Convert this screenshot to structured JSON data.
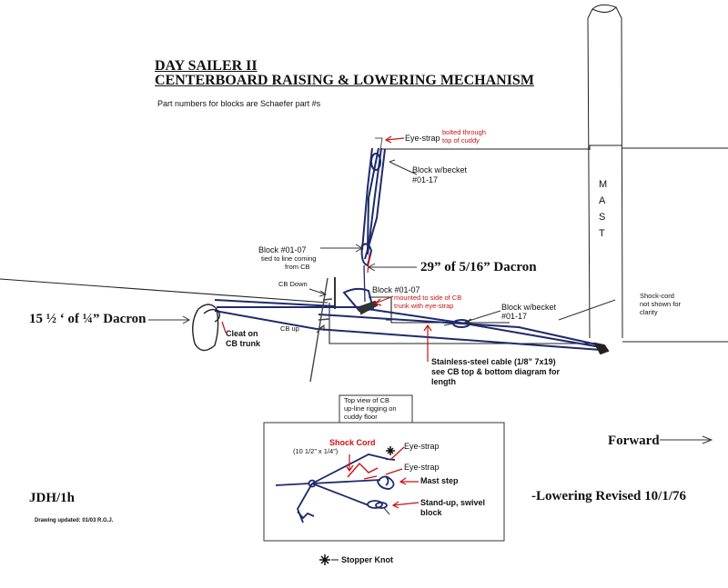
{
  "colors": {
    "line": "#1f2a6b",
    "red": "#cc1111",
    "ink": "#111111"
  },
  "title": {
    "line1": "DAY SAILER II",
    "line2": "CENTERBOARD RAISING & LOWERING MECHANISM",
    "subtitle": "Part numbers for blocks are Schaefer part #s"
  },
  "mast_label": [
    "M",
    "A",
    "S",
    "T"
  ],
  "labels": {
    "eye_strap_top": "Eye-strap",
    "bolted_note_1": "bolted through",
    "bolted_note_2": "top of cuddy",
    "block_becket_top_1": "Block w/becket",
    "block_becket_top_2": "#01-17",
    "block_0107_upper": "Block #01-07",
    "tied_note_1": "tied to line coming",
    "tied_note_2": "from CB",
    "dacron_29": "29” of 5/16” Dacron",
    "cb_down": "CB Down",
    "block_0107_lower": "Block #01-07",
    "mounted_note_1": "mounted to side of CB",
    "mounted_note_2": "trunk with eye-strap",
    "block_becket_lower_1": "Block w/becket",
    "block_becket_lower_2": "#01-17",
    "shock_cord_note_1": "Shock-cord",
    "shock_cord_note_2": "not shown for",
    "shock_cord_note_3": "clarity",
    "dacron_15": "15 ½ ‘ of ¼” Dacron",
    "cleat_1": "Cleat on",
    "cleat_2": "CB trunk",
    "cb_up": "CB up",
    "cable_1": "Stainless-steel cable (1/8” 7x19)",
    "cable_2": "see CB top & bottom diagram for",
    "cable_3": "length"
  },
  "top_view": {
    "caption_1": "Top view of CB",
    "caption_2": "up-line rigging on",
    "caption_3": "cuddy floor",
    "shock_cord": "Shock Cord",
    "shock_cord_size": "(10 1/2” x 1/4”)",
    "eye_strap_1": "Eye-strap",
    "eye_strap_2": "Eye-strap",
    "mast_step": "Mast step",
    "standup_1": "Stand-up, swivel",
    "standup_2": "block"
  },
  "footer": {
    "forward": "Forward",
    "author": "JDH/1h",
    "drawing_updated": "Drawing updated: 01/03 R.G.J.",
    "revised": "-Lowering Revised 10/1/76",
    "stopper_knot": "Stopper Knot"
  }
}
